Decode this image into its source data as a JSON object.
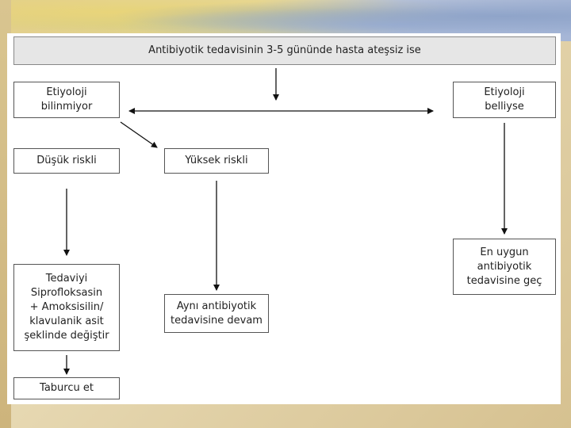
{
  "diagram": {
    "header": "Antibiyotik tedavisinin 3-5 gününde hasta ateşsiz ise",
    "nodes": {
      "etiyoloji_bilinmiyor": "Etiyoloji\nbilinmiyor",
      "etiyoloji_belliyse": "Etiyoloji\nbelliyse",
      "dusuk_riskli": "Düşük riskli",
      "yuksek_riskli": "Yüksek riskli",
      "tedaviyi_degistir": "Tedaviyi\nSiprofloksasin\n+ Amoksisilin/\nklavulanik asit\nşeklinde değiştir",
      "ayni_antibiyotik": "Aynı antibiyotik\ntedavisine devam",
      "en_uygun": "En uygun\nantibiyotik\ntedavisine geç",
      "taburcu_et": "Taburcu et"
    },
    "colors": {
      "header_fill": "#e6e6e6",
      "box_border": "#555555",
      "arrow": "#111111"
    }
  }
}
